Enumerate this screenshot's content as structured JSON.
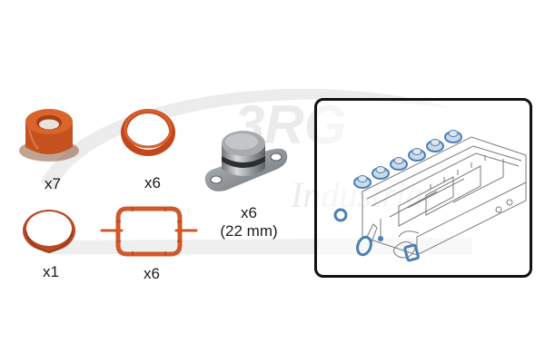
{
  "product": {
    "watermark": {
      "brand": "3RG",
      "sub": "Industrial"
    },
    "parts": [
      {
        "id": "flanged-seal",
        "description": "Orange flanged rubber seal",
        "quantity": "x7",
        "color": "#c94f22"
      },
      {
        "id": "ring-seal-thick",
        "description": "Orange ring seal",
        "quantity": "x6",
        "color": "#c2471d"
      },
      {
        "id": "blanking-plug",
        "description": "Metal swirl flap blanking plug",
        "quantity": "x6",
        "size": "(22 mm)",
        "color": "#9ea3a7"
      },
      {
        "id": "ring-seal-thin",
        "description": "Thin orange ring seal",
        "quantity": "x1",
        "color": "#b84a24"
      },
      {
        "id": "manifold-gasket",
        "description": "Rectangular intake manifold gasket",
        "quantity": "x6",
        "color": "#d0582a"
      }
    ],
    "diagram": {
      "description": "Intake manifold exploded line drawing with highlighted parts",
      "highlight_color": "#5b8fc4"
    }
  }
}
